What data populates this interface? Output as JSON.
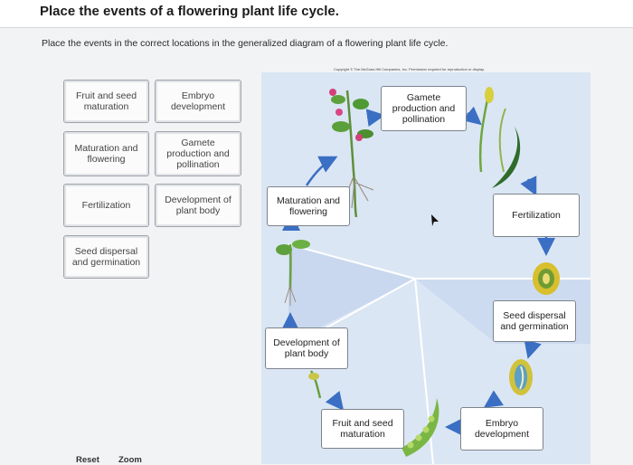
{
  "page": {
    "title": "Place the events of a flowering plant life cycle.",
    "instructions": "Place the events in the correct locations in the generalized diagram of a flowering plant life cycle."
  },
  "source_cards": [
    {
      "label": "Fruit and seed maturation"
    },
    {
      "label": "Embryo development"
    },
    {
      "label": "Maturation and flowering"
    },
    {
      "label": "Gamete production and pollination"
    },
    {
      "label": "Fertilization"
    },
    {
      "label": "Development of plant body"
    },
    {
      "label": "Seed dispersal and germination"
    }
  ],
  "diagram": {
    "copyright": "Copyright © The McGraw-Hill Companies, Inc. Permission required for reproduction or display.",
    "placed": [
      {
        "label": "Gamete production and pollination"
      },
      {
        "label": "Maturation and flowering"
      },
      {
        "label": "Fertilization"
      },
      {
        "label": "Seed dispersal and germination"
      },
      {
        "label": "Development of plant body"
      },
      {
        "label": "Fruit and seed maturation"
      },
      {
        "label": "Embryo development"
      }
    ]
  },
  "footer": {
    "reset_label": "Reset",
    "zoom_label": "Zoom"
  },
  "colors": {
    "diagram_bg": "#dbe6f4",
    "arrow": "#3a6fc4",
    "card_border": "#9ea3aa"
  }
}
